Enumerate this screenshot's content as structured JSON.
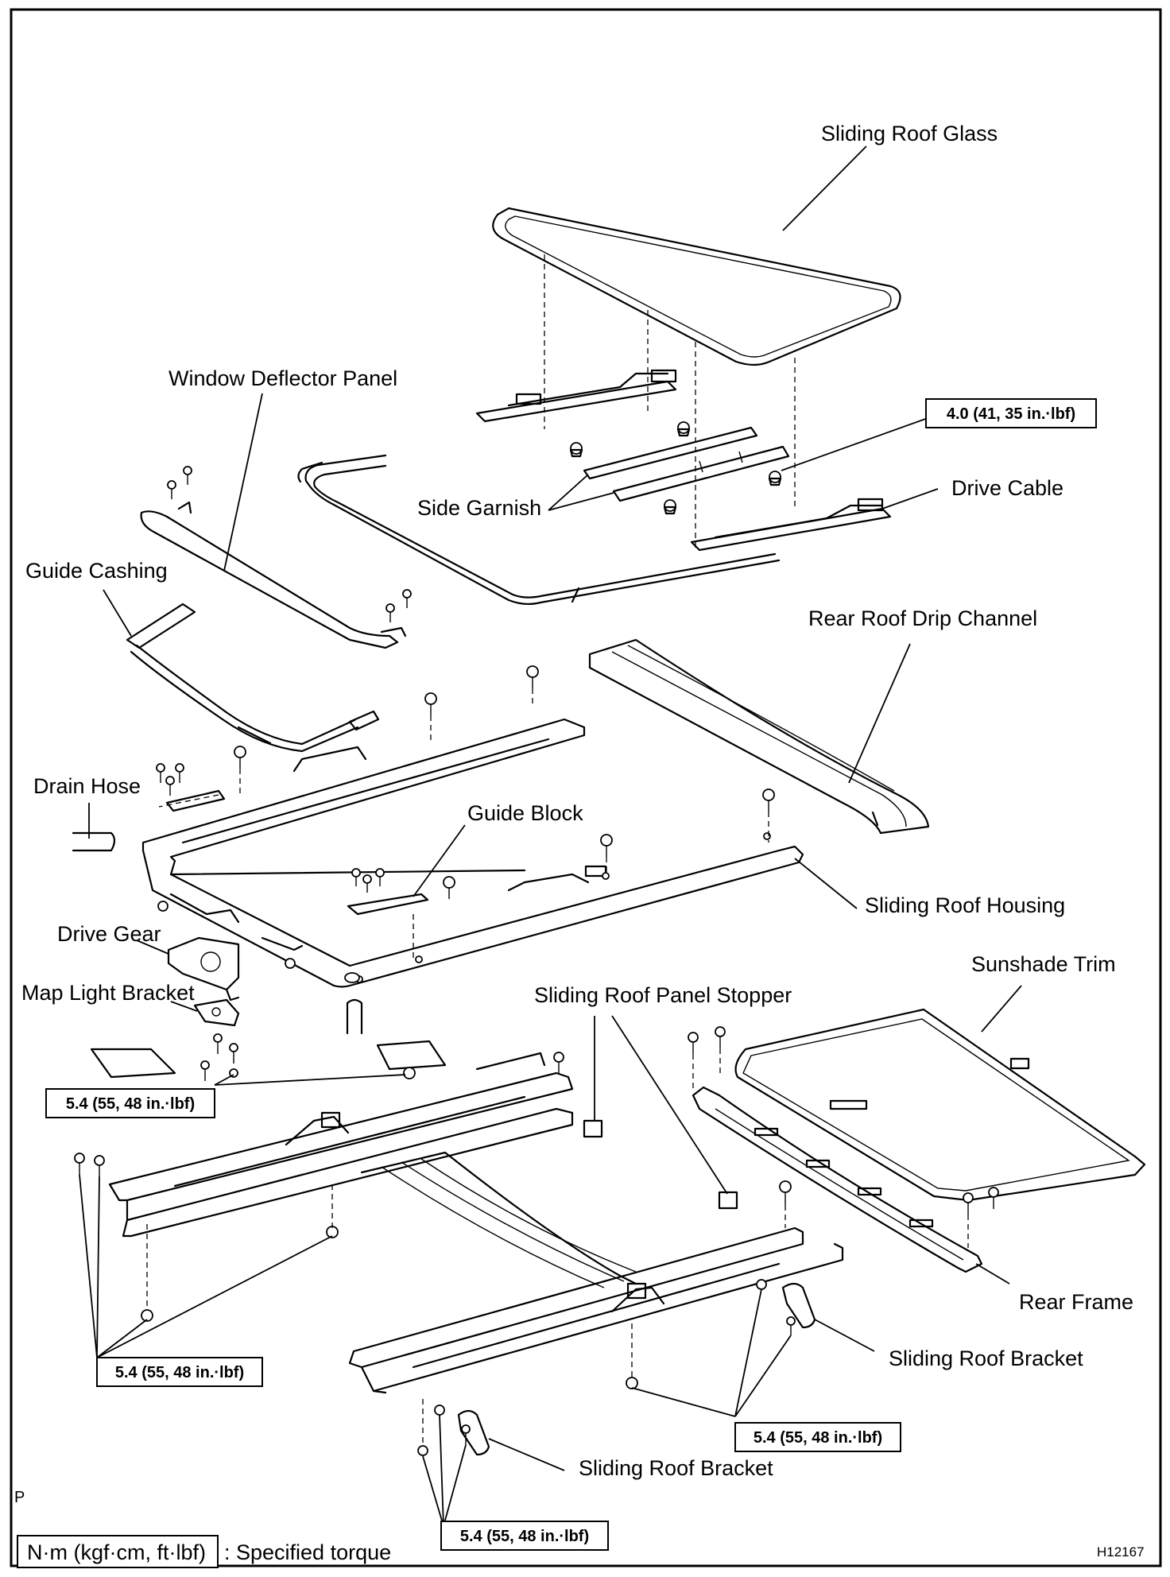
{
  "labels": {
    "sliding_roof_glass": "Sliding Roof Glass",
    "window_deflector_panel": "Window Deflector Panel",
    "side_garnish": "Side Garnish",
    "drive_cable": "Drive Cable",
    "guide_cashing": "Guide Cashing",
    "rear_roof_drip_channel": "Rear Roof Drip Channel",
    "drain_hose": "Drain Hose",
    "guide_block": "Guide Block",
    "sliding_roof_housing": "Sliding Roof Housing",
    "drive_gear": "Drive Gear",
    "sunshade_trim": "Sunshade Trim",
    "map_light_bracket": "Map Light Bracket",
    "sliding_roof_panel_stopper": "Sliding Roof Panel Stopper",
    "rear_frame": "Rear Frame",
    "sliding_roof_bracket_right": "Sliding Roof Bracket",
    "sliding_roof_bracket_lower": "Sliding Roof Bracket"
  },
  "torque": {
    "t1": "4.0 (41, 35 in.·lbf)",
    "t2": "5.4 (55, 48 in.·lbf)",
    "t3": "5.4 (55, 48 in.·lbf)",
    "t4": "5.4 (55, 48 in.·lbf)",
    "t5": "5.4 (55, 48 in.·lbf)"
  },
  "legend": {
    "unit": "N·m (kgf·cm, ft·lbf)",
    "text": ": Specified torque"
  },
  "corner_mark": "P",
  "figure_code": "H12167"
}
